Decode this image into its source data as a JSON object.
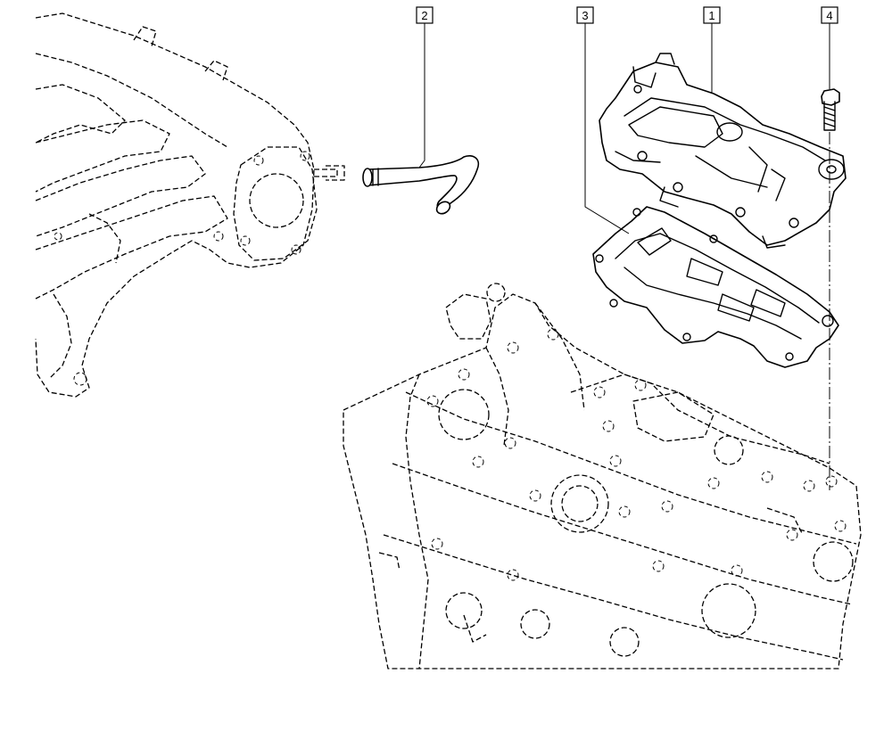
{
  "callouts": [
    {
      "id": "callout-1",
      "label": "1",
      "part": "cover"
    },
    {
      "id": "callout-2",
      "label": "2",
      "part": "hose"
    },
    {
      "id": "callout-3",
      "label": "3",
      "part": "gasket"
    },
    {
      "id": "callout-4",
      "label": "4",
      "part": "bolt"
    }
  ]
}
